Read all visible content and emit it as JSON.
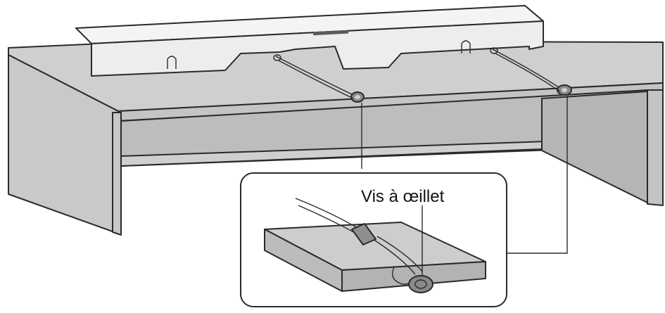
{
  "diagram": {
    "title": "",
    "callout": {
      "label": "Vis à œillet"
    },
    "parts": {
      "furniture": "tv-stand",
      "device": "soundbar",
      "fastener": "eye-screw",
      "tether": "cord"
    },
    "colors": {
      "outline": "#2a2a2a",
      "surface_top": "#cfcfcf",
      "surface_front": "#c4c4c4",
      "surface_shadow": "#9e9e9e",
      "soundbar": "#f2f2f2",
      "block_top": "#cdcdcd",
      "block_side": "#b8b8b8"
    }
  }
}
